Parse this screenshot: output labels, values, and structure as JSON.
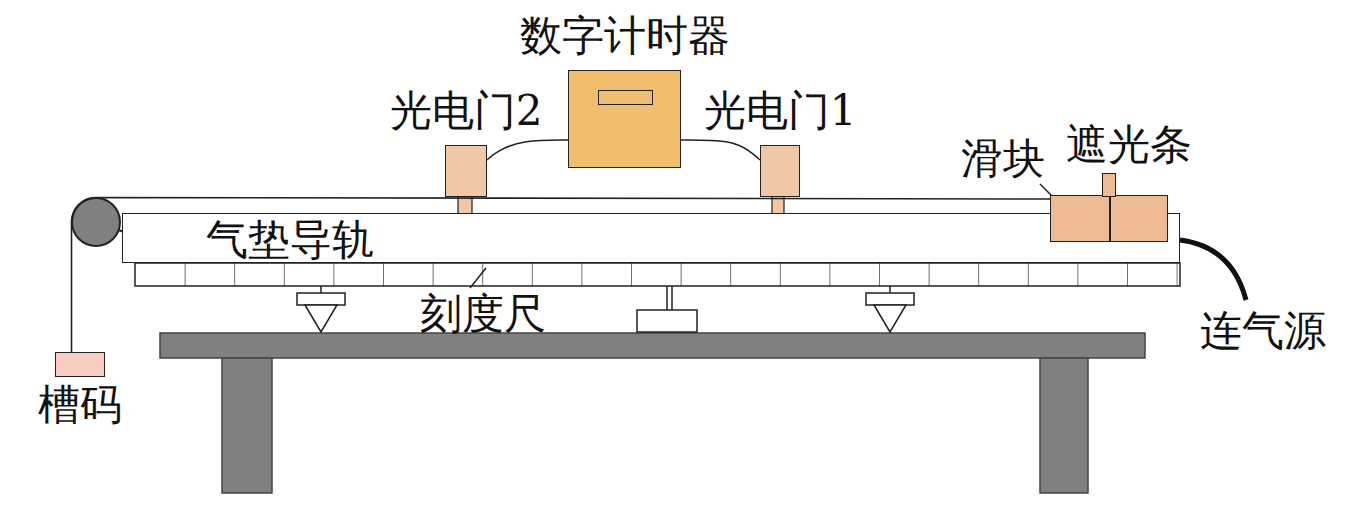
{
  "diagram": {
    "nodes": [
      {
        "text": [
          "数字计时器"
        ]
      },
      {
        "text": [
          "光电门2"
        ]
      },
      {
        "text": [
          "光电门1"
        ]
      },
      {
        "text": [
          "滑块"
        ]
      },
      {
        "text": [
          "遮光条"
        ],
        "in": 3
      },
      {
        "text": [
          "气垫导轨"
        ]
      },
      {
        "text": [
          "槽码"
        ]
      }
    ],
    "edges": [
      {
        "from": 0,
        "to": 1,
        "arrow": "none"
      },
      {
        "from": 0,
        "to": 2,
        "arrow": "none"
      },
      {
        "from": 3,
        "to": 6,
        "arrow": "none"
      }
    ],
    "labels": [
      "刻度尺",
      "连气源"
    ]
  }
}
